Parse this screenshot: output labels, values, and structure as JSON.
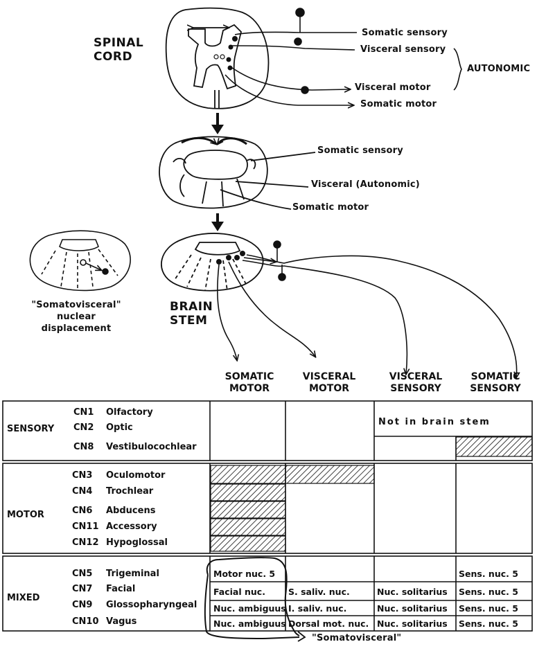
{
  "spinal_cord": {
    "title_line1": "SPINAL",
    "title_line2": "CORD",
    "labels": [
      "Somatic sensory",
      "Visceral sensory",
      "Visceral motor",
      "Somatic motor"
    ],
    "autonomic": "AUTONOMIC"
  },
  "middle": {
    "labels": [
      "Somatic sensory",
      "Visceral (Autonomic)",
      "Somatic motor"
    ]
  },
  "displacement": {
    "line1": "\"Somatovisceral\"",
    "line2": "nuclear",
    "line3": "displacement"
  },
  "brain_stem": {
    "line1": "BRAIN",
    "line2": "STEM"
  },
  "columns": [
    {
      "line1": "SOMATIC",
      "line2": "MOTOR"
    },
    {
      "line1": "VISCERAL",
      "line2": "MOTOR"
    },
    {
      "line1": "VISCERAL",
      "line2": "SENSORY"
    },
    {
      "line1": "SOMATIC",
      "line2": "SENSORY"
    }
  ],
  "table": {
    "groups": [
      {
        "name": "SENSORY",
        "nerves": [
          {
            "cn": "CN1",
            "name": "Olfactory"
          },
          {
            "cn": "CN2",
            "name": "Optic"
          },
          {
            "cn": "CN8",
            "name": "Vestibulocochlear"
          }
        ],
        "note": "Not in brain stem"
      },
      {
        "name": "MOTOR",
        "nerves": [
          {
            "cn": "CN3",
            "name": "Oculomotor"
          },
          {
            "cn": "CN4",
            "name": "Trochlear"
          },
          {
            "cn": "CN6",
            "name": "Abducens"
          },
          {
            "cn": "CN11",
            "name": "Accessory"
          },
          {
            "cn": "CN12",
            "name": "Hypoglossal"
          }
        ]
      },
      {
        "name": "MIXED",
        "nerves": [
          {
            "cn": "CN5",
            "name": "Trigeminal"
          },
          {
            "cn": "CN7",
            "name": "Facial"
          },
          {
            "cn": "CN9",
            "name": "Glossopharyngeal"
          },
          {
            "cn": "CN10",
            "name": "Vagus"
          }
        ],
        "cells": [
          [
            "Motor nuc. 5",
            "",
            "",
            "Sens. nuc. 5"
          ],
          [
            "Facial nuc.",
            "S. saliv. nuc.",
            "Nuc. solitarius",
            "Sens. nuc. 5"
          ],
          [
            "Nuc. ambiguus",
            "I. saliv. nuc.",
            "Nuc. solitarius",
            "Sens. nuc. 5"
          ],
          [
            "Nuc. ambiguus",
            "Dorsal mot. nuc.",
            "Nuc. solitarius",
            "Sens. nuc. 5"
          ]
        ]
      }
    ],
    "footnote": "\"Somatovisceral\""
  }
}
